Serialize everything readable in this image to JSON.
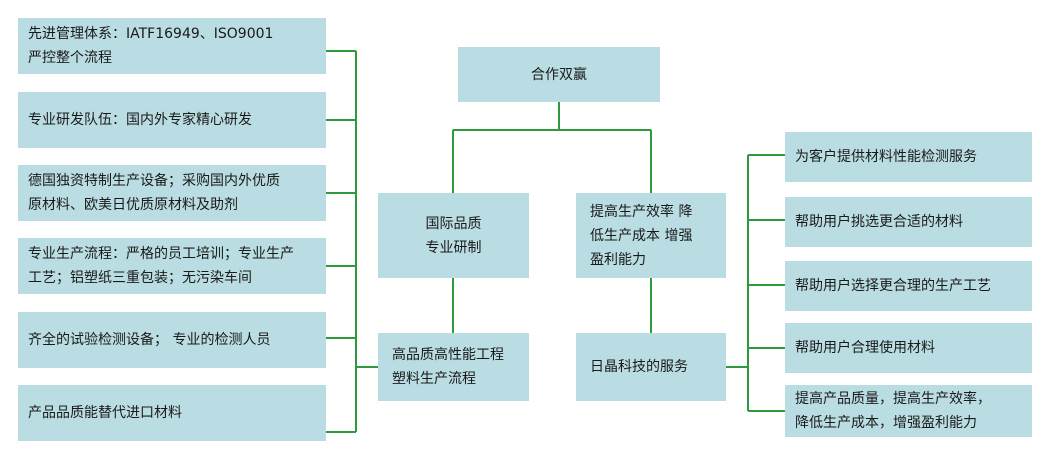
{
  "top": {
    "label": "合作双赢"
  },
  "left_branch": {
    "title": "国际品质\n专业研制",
    "sub": "高品质高性能工程\n塑料生产流程"
  },
  "right_branch": {
    "title": "提高生产效率 降\n低生产成本 增强\n盈利能力",
    "sub": "日晶科技的服务"
  },
  "left_items": [
    "先进管理体系：IATF16949、ISO9001\n严控整个流程",
    "专业研发队伍：国内外专家精心研发",
    "德国独资特制生产设备；采购国内外优质\n原材料、欧美日优质原材料及助剂",
    "专业生产流程：严格的员工培训；专业生产\n工艺；铝塑纸三重包装；无污染车间",
    "齐全的试验检测设备； 专业的检测人员",
    "产品品质能替代进口材料"
  ],
  "right_items": [
    "为客户提供材料性能检测服务",
    "帮助用户挑选更合适的材料",
    "帮助用户选择更合理的生产工艺",
    "帮助用户合理使用材料",
    "提高产品质量，提高生产效率，\n降低生产成本，增强盈利能力"
  ],
  "colors": {
    "box": "#b9dde2",
    "connector": "#2e9a3c"
  }
}
